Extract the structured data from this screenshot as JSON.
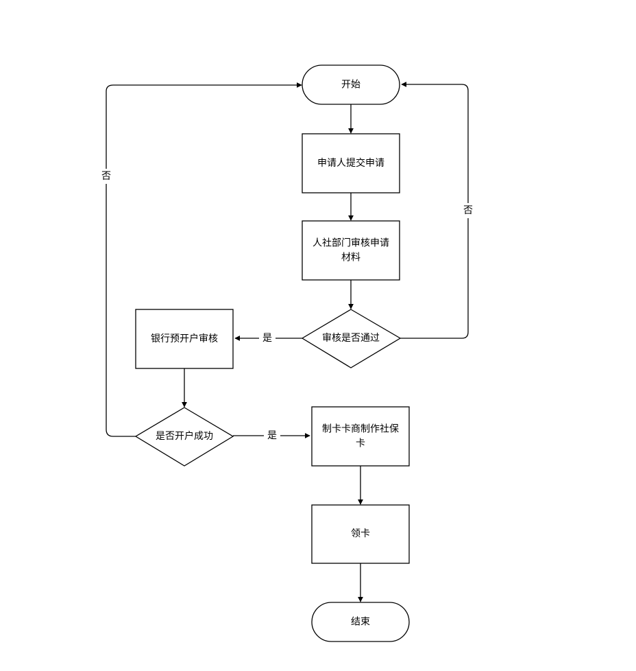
{
  "diagram": {
    "nodes": {
      "start": {
        "lines": [
          "开始"
        ]
      },
      "submit": {
        "lines": [
          "申请人提交申请"
        ]
      },
      "review": {
        "lines": [
          "人社部门审核申请",
          "材料"
        ]
      },
      "review_pass": {
        "lines": [
          "审核是否通过"
        ]
      },
      "bank": {
        "lines": [
          "银行预开户审核"
        ]
      },
      "account_ok": {
        "lines": [
          "是否开户成功"
        ]
      },
      "make_card": {
        "lines": [
          "制卡卡商制作社保",
          "卡"
        ]
      },
      "collect": {
        "lines": [
          "领卡"
        ]
      },
      "end": {
        "lines": [
          "结束"
        ]
      }
    },
    "edges": {
      "review_yes": "是",
      "review_no": "否",
      "account_yes": "是",
      "account_no": "否"
    }
  }
}
